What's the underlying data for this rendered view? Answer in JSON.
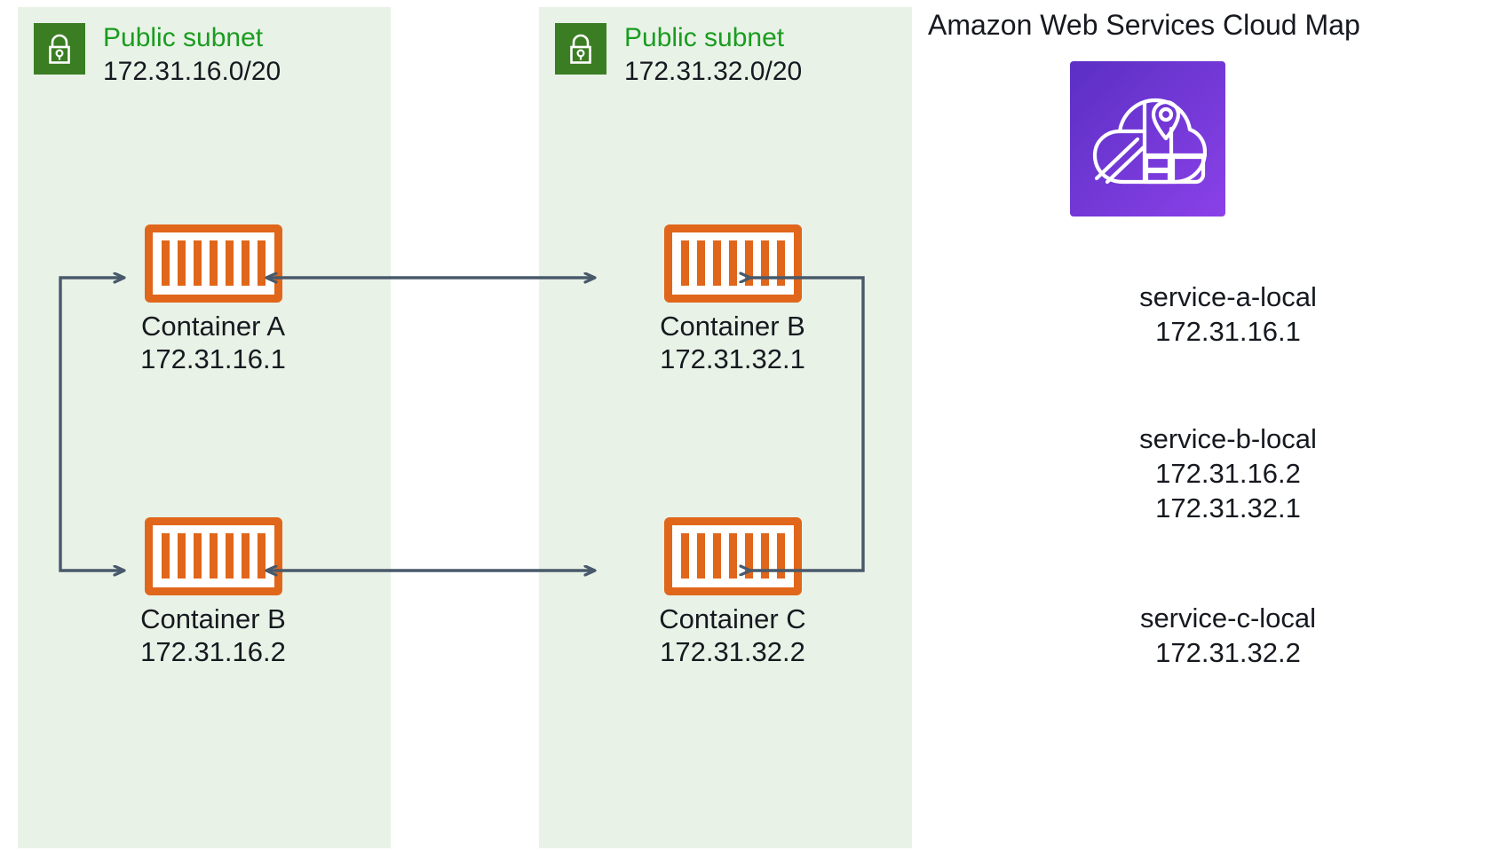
{
  "subnets": [
    {
      "icon": "lock-icon",
      "name": "Public subnet",
      "cidr": "172.31.16.0/20",
      "nodes": [
        {
          "icon": "container-icon",
          "label": "Container A",
          "ip": "172.31.16.1"
        },
        {
          "icon": "container-icon",
          "label": "Container B",
          "ip": "172.31.16.2"
        }
      ]
    },
    {
      "icon": "lock-icon",
      "name": "Public subnet",
      "cidr": "172.31.32.0/20",
      "nodes": [
        {
          "icon": "container-icon",
          "label": "Container B",
          "ip": "172.31.32.1"
        },
        {
          "icon": "container-icon",
          "label": "Container C",
          "ip": "172.31.32.2"
        }
      ]
    }
  ],
  "legend": {
    "title": "Amazon Web Services Cloud Map",
    "icon": "cloud-map-icon",
    "entries": [
      {
        "name": "service-a-local",
        "ips": [
          "172.31.16.1"
        ],
        "ip_text": "172.31.16.1"
      },
      {
        "name": "service-b-local",
        "ips": [
          "172.31.16.2",
          "172.31.32.1"
        ],
        "ip_text": "172.31.16.2",
        "ip_text_2": "172.31.32.1"
      },
      {
        "name": "service-c-local",
        "ips": [
          "172.31.32.2"
        ],
        "ip_text": "172.31.32.2"
      }
    ]
  },
  "connections": [
    {
      "from": "Container A",
      "to": "Container B (right)",
      "style": "double-arrow-horizontal"
    },
    {
      "from": "Container B (left)",
      "to": "Container C",
      "style": "double-arrow-horizontal"
    },
    {
      "from": "Container A",
      "to": "Container B (left)",
      "style": "double-arrow-vertical-left-loop"
    },
    {
      "from": "Container B (right)",
      "to": "Container C",
      "style": "double-arrow-vertical-right-loop"
    }
  ],
  "colors": {
    "subnet_background": "#e9f2e7",
    "subnet_label_green": "#1a9c20",
    "lock_badge_green": "#3b7d23",
    "container_orange": "#e0661b",
    "connector_gray": "#48596b",
    "cloud_map_purple": "#7b3fd4",
    "text": "#16191f"
  }
}
